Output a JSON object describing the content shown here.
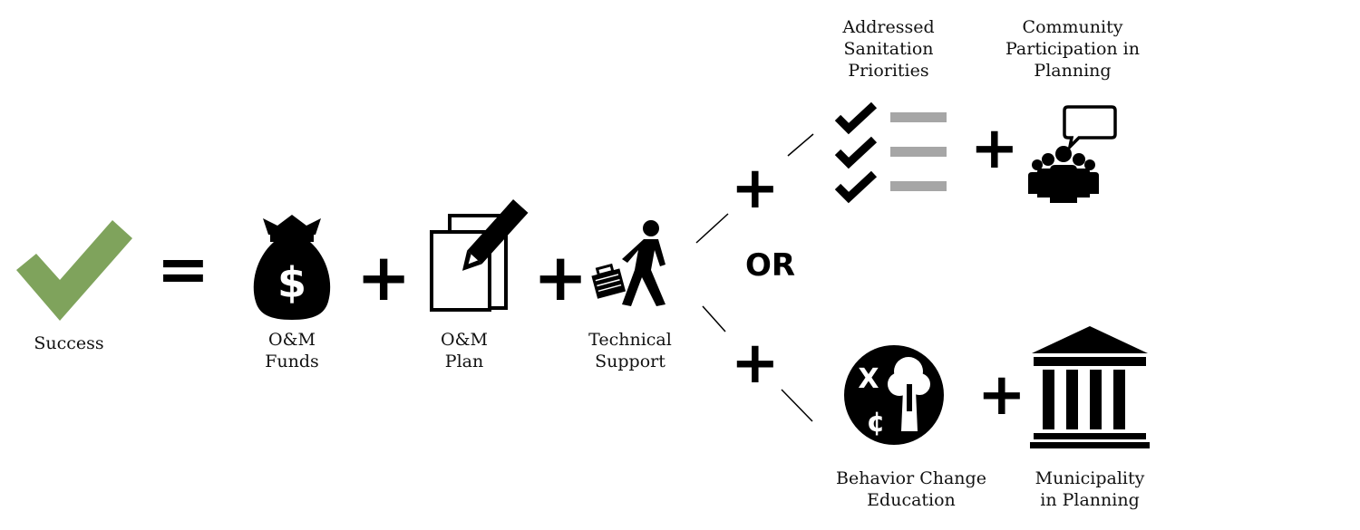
{
  "diagram": {
    "success": {
      "label": "Success",
      "icon": "check-icon",
      "color": "#7fa35c"
    },
    "equals_symbol": "=",
    "plus_symbol": "+",
    "or_label": "OR",
    "om_funds": {
      "line1": "O&M",
      "line2": "Funds",
      "icon": "money-bag-icon"
    },
    "om_plan": {
      "line1": "O&M",
      "line2": "Plan",
      "icon": "document-pencil-icon"
    },
    "technical_support": {
      "line1": "Technical",
      "line2": "Support",
      "icon": "walking-person-briefcase-icon"
    },
    "addressed_priorities": {
      "line1": "Addressed",
      "line2": "Sanitation",
      "line3": "Priorities",
      "icon": "checklist-icon"
    },
    "community_participation": {
      "line1": "Community",
      "line2": "Participation in",
      "line3": "Planning",
      "icon": "community-speech-icon"
    },
    "behavior_change": {
      "line1": "Behavior Change",
      "line2": "Education",
      "icon": "behavior-change-circle-icon"
    },
    "municipality": {
      "line1": "Municipality",
      "line2": "in Planning",
      "icon": "government-building-icon"
    }
  }
}
